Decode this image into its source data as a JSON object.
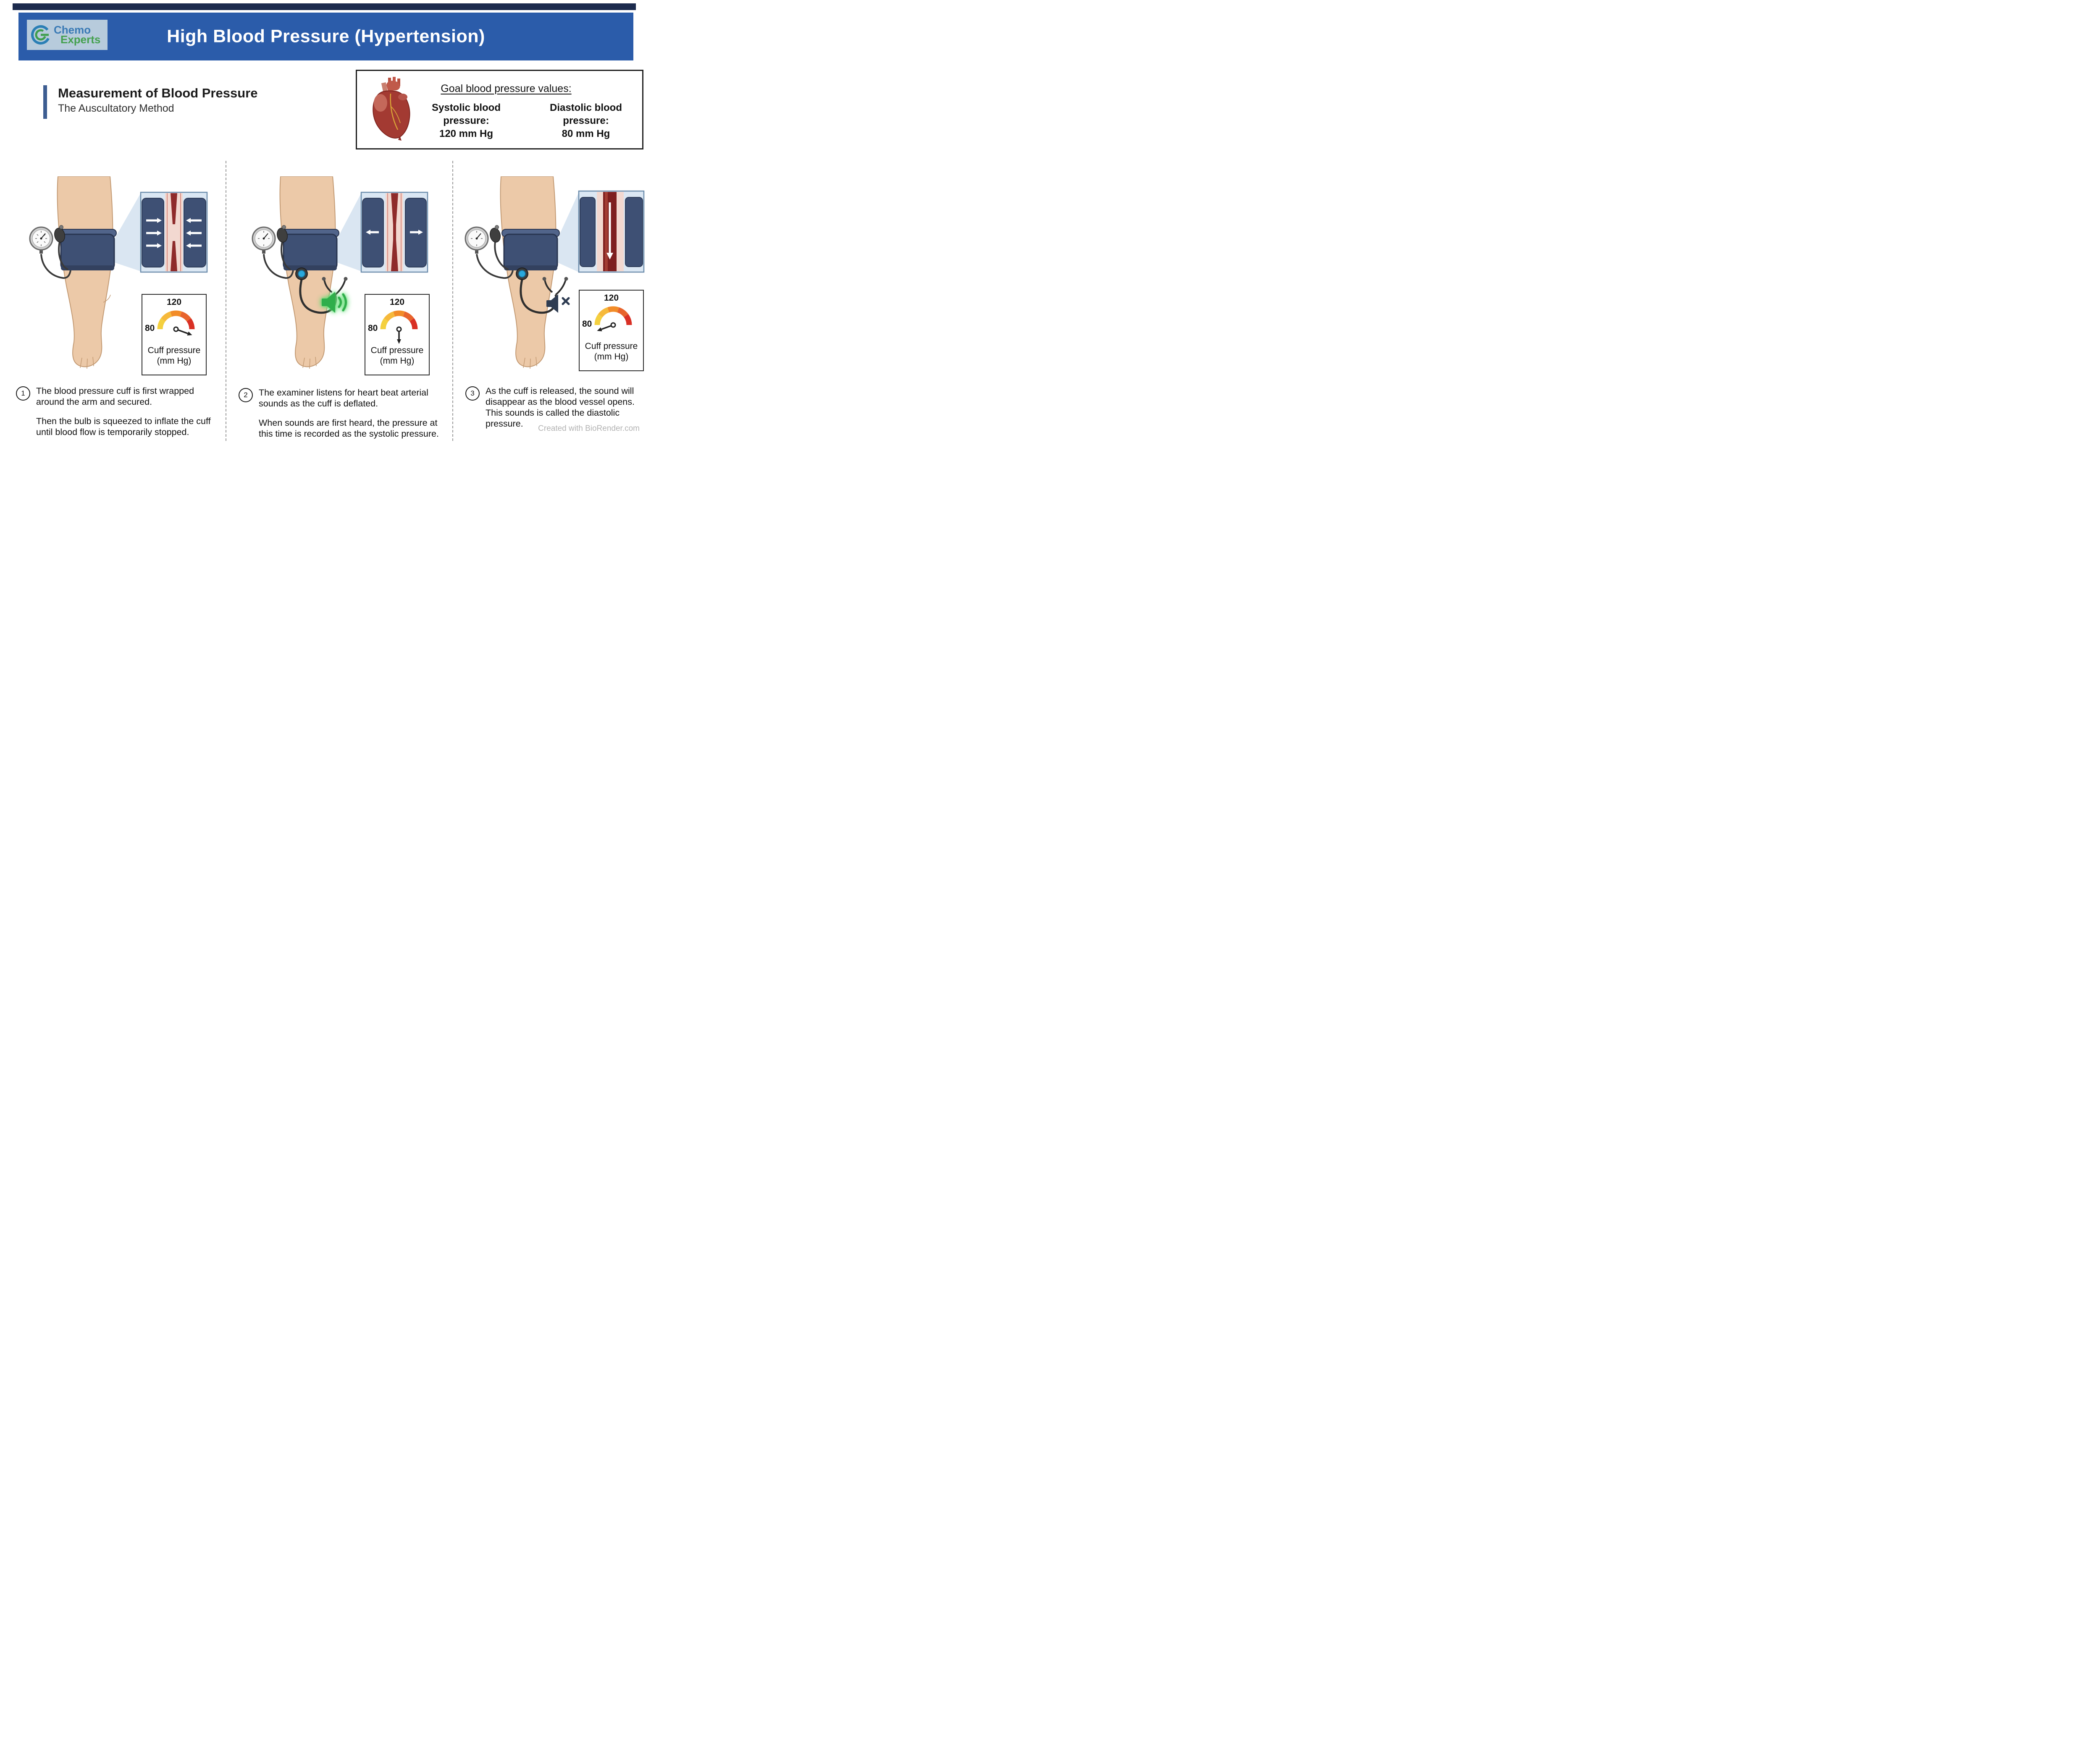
{
  "header": {
    "logo_line1": "Chemo",
    "logo_line2": "Experts",
    "title": "High Blood Pressure (Hypertension)"
  },
  "section": {
    "title": "Measurement of Blood Pressure",
    "subtitle": "The Auscultatory Method"
  },
  "goal_box": {
    "heading": "Goal blood pressure values:",
    "systolic_label": "Systolic blood pressure:",
    "systolic_value": "120 mm Hg",
    "diastolic_label": "Diastolic blood pressure:",
    "diastolic_value": "80 mm Hg"
  },
  "gauge": {
    "top_label": "120",
    "left_label": "80",
    "caption_line1": "Cuff pressure",
    "caption_line2": "(mm Hg)"
  },
  "steps": [
    {
      "number": "1",
      "paragraphs": [
        "The blood pressure cuff is first wrapped around the arm and secured.",
        "Then the bulb is squeezed to inflate the cuff until blood flow is temporarily stopped."
      ]
    },
    {
      "number": "2",
      "paragraphs": [
        "The examiner listens for heart beat arterial sounds as the cuff is deflated.",
        "When sounds are first heard, the pressure at this time is recorded as the systolic pressure."
      ]
    },
    {
      "number": "3",
      "paragraphs": [
        "As the cuff is released, the sound will disappear as the blood vessel opens. This sounds is called  the diastolic pressure."
      ]
    }
  ],
  "footer": {
    "credit": "Created with BioRender.com"
  },
  "colors": {
    "header_blue": "#2b5caa",
    "top_bar_navy": "#1c2b4d",
    "accent_navy": "#3d5d91",
    "cuff_navy": "#3e5074",
    "artery_red": "#8e2b2b",
    "speaker_green": "#2fae4b",
    "gauge_yellow": "#f4d03f",
    "gauge_orange": "#f28c28",
    "gauge_red": "#d93025",
    "skin": "#ecc9a8"
  }
}
